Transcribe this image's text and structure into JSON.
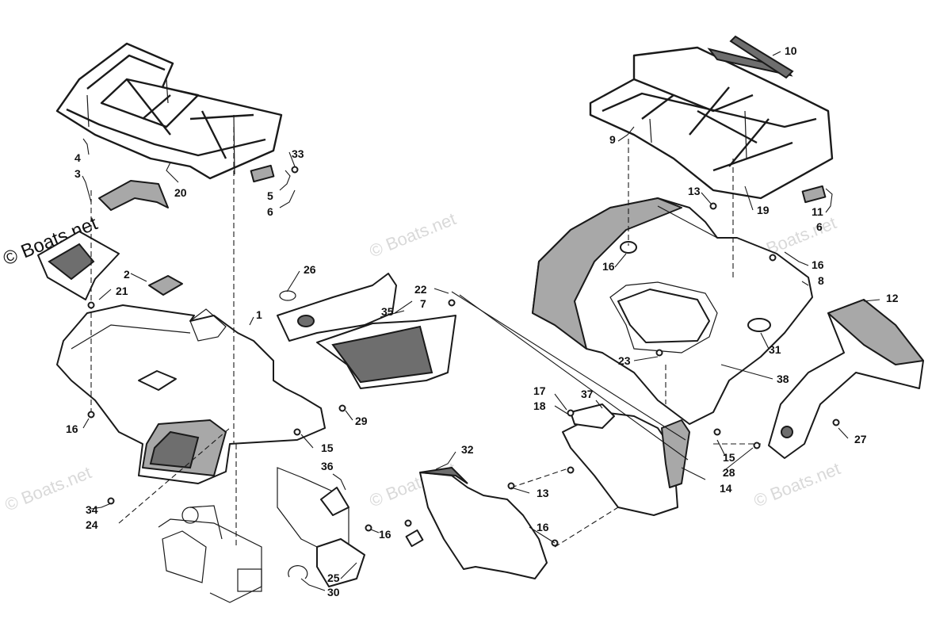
{
  "watermark": {
    "primary": "© Boats.net",
    "faint": "© Boats.net"
  },
  "callouts": {
    "c1": "1",
    "c2": "2",
    "c3": "3",
    "c4": "4",
    "c5": "5",
    "c6a": "6",
    "c6b": "6",
    "c7": "7",
    "c8": "8",
    "c9": "9",
    "c10": "10",
    "c11": "11",
    "c12": "12",
    "c13a": "13",
    "c13b": "13",
    "c14": "14",
    "c15a": "15",
    "c15b": "15",
    "c16a": "16",
    "c16b": "16",
    "c16c": "16",
    "c16d": "16",
    "c16e": "16",
    "c16f": "16",
    "c17": "17",
    "c18": "18",
    "c19": "19",
    "c20": "20",
    "c21": "21",
    "c22": "22",
    "c23": "23",
    "c24": "24",
    "c25": "25",
    "c26": "26",
    "c27": "27",
    "c28": "28",
    "c29": "29",
    "c30": "30",
    "c31": "31",
    "c32": "32",
    "c33": "33",
    "c34": "34",
    "c35": "35",
    "c36": "36",
    "c37": "37",
    "c38": "38"
  }
}
